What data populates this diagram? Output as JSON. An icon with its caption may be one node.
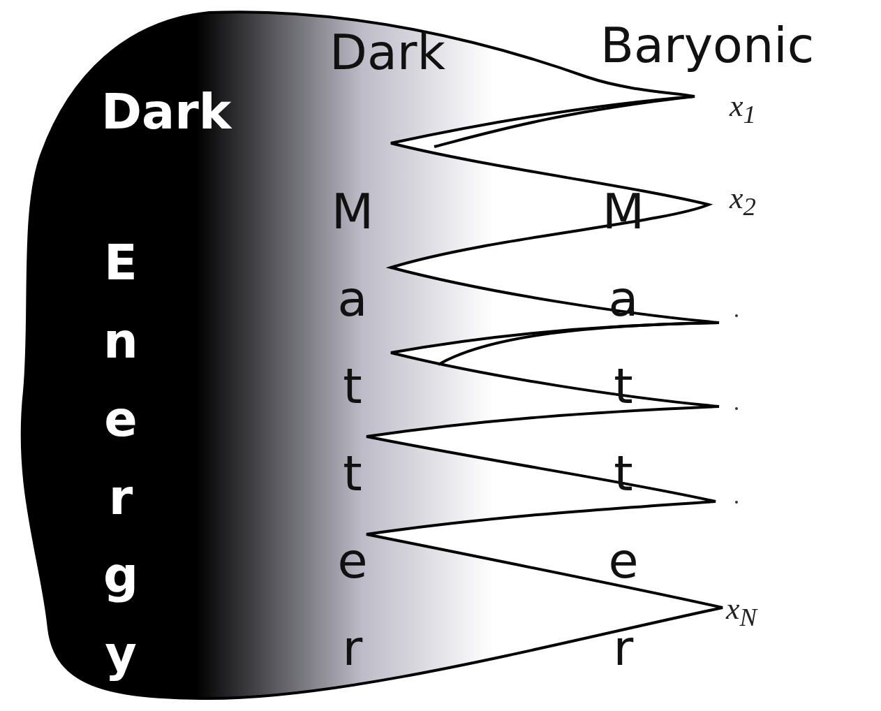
{
  "diagram": {
    "labels": [
      "Dark",
      "Dark",
      "Baryonic",
      "Energy",
      "Matter",
      "Matter",
      "x$_{1}$",
      "x$_{2}$",
      "x$_{N}$"
    ]
  }
}
